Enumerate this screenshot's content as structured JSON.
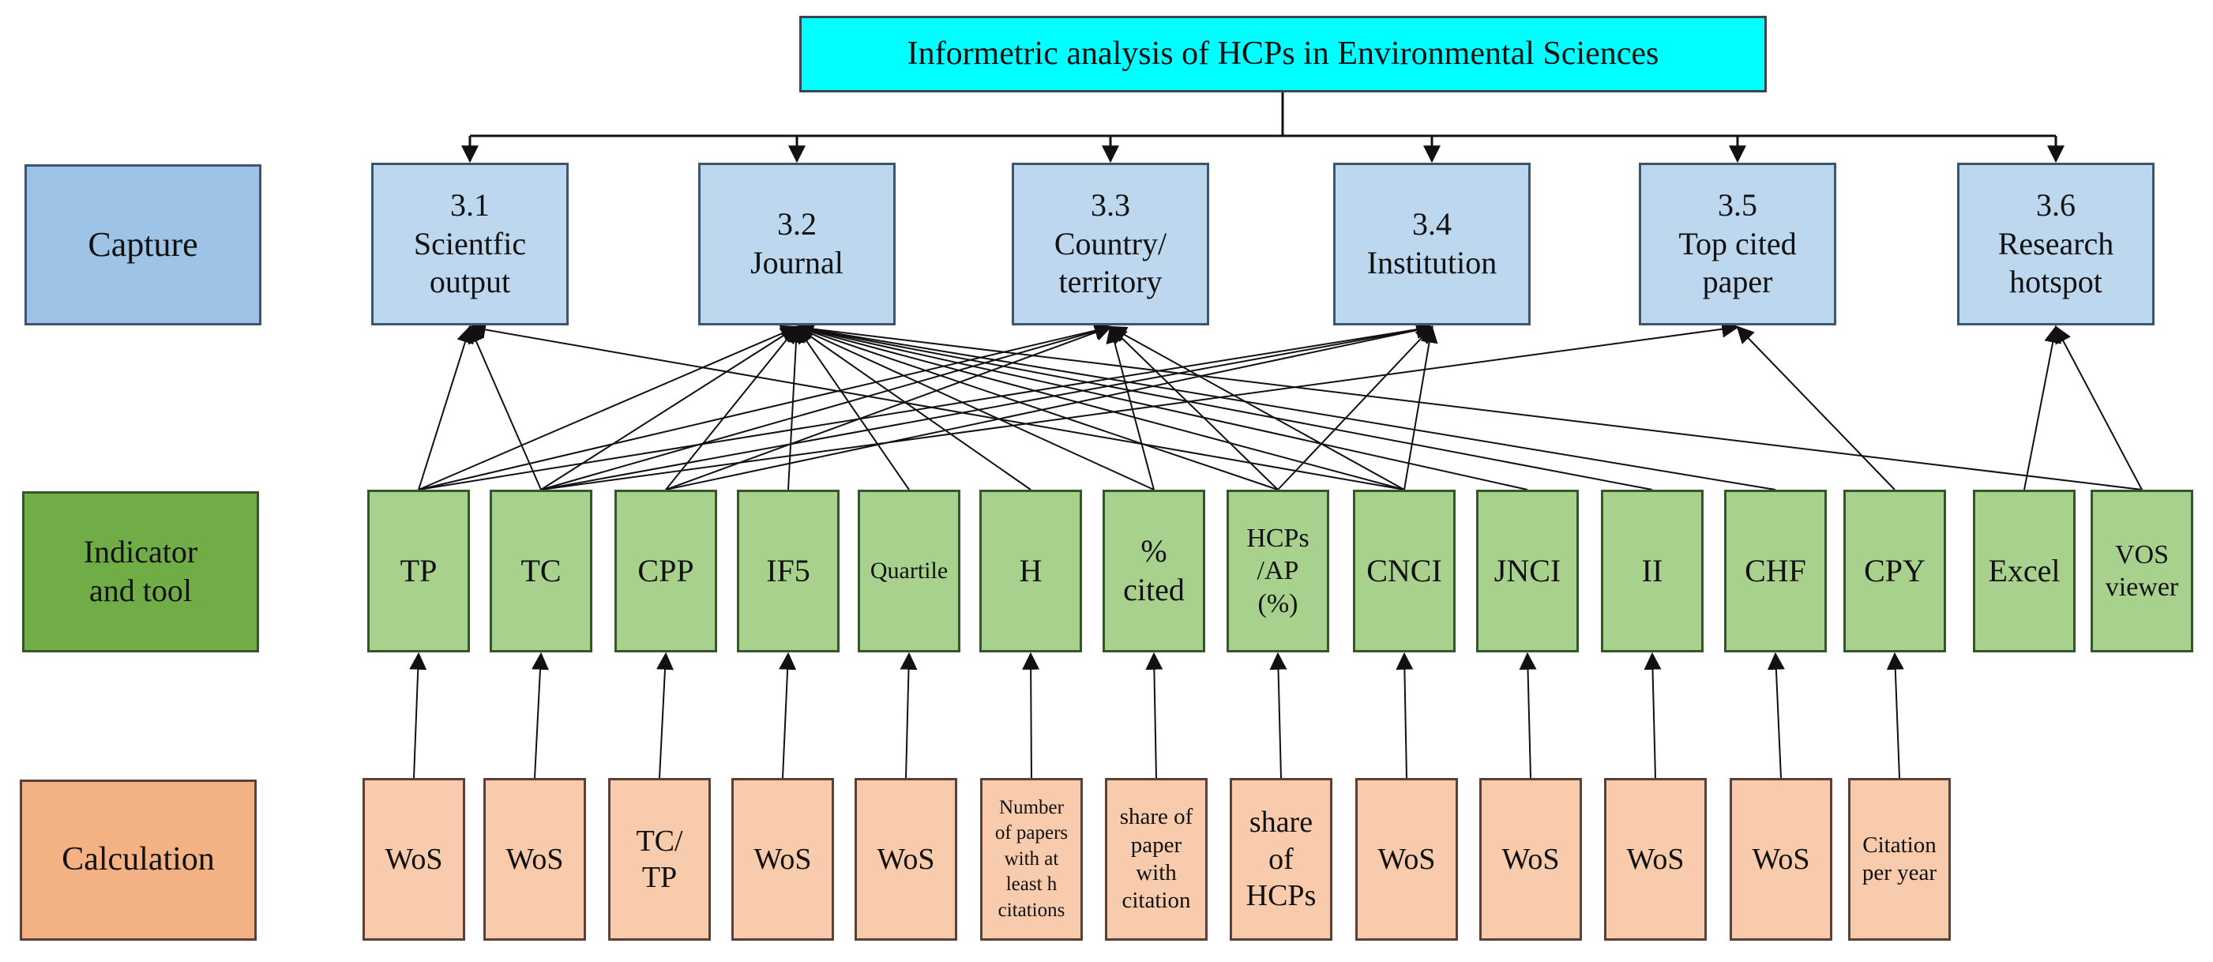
{
  "title": "Informetric analysis of HCPs in Environmental Sciences",
  "rows": {
    "capture": "Capture",
    "indicator": "Indicator\nand tool",
    "calculation": "Calculation"
  },
  "captures": [
    {
      "id": "c1",
      "label": "3.1\nScientfic\noutput"
    },
    {
      "id": "c2",
      "label": "3.2\nJournal"
    },
    {
      "id": "c3",
      "label": "3.3\nCountry/\nterritory"
    },
    {
      "id": "c4",
      "label": "3.4\nInstitution"
    },
    {
      "id": "c5",
      "label": "3.5\nTop cited\npaper"
    },
    {
      "id": "c6",
      "label": "3.6\nResearch\nhotspot"
    }
  ],
  "indicators": [
    {
      "id": "TP",
      "label": "TP"
    },
    {
      "id": "TC",
      "label": "TC"
    },
    {
      "id": "CPP",
      "label": "CPP"
    },
    {
      "id": "IF5",
      "label": "IF5"
    },
    {
      "id": "Quartile",
      "label": "Quartile"
    },
    {
      "id": "H",
      "label": "H"
    },
    {
      "id": "pcited",
      "label": "%\ncited"
    },
    {
      "id": "HCPsAP",
      "label": "HCPs\n/AP\n(%)"
    },
    {
      "id": "CNCI",
      "label": "CNCI"
    },
    {
      "id": "JNCI",
      "label": "JNCI"
    },
    {
      "id": "II",
      "label": "II"
    },
    {
      "id": "CHF",
      "label": "CHF"
    },
    {
      "id": "CPY",
      "label": "CPY"
    },
    {
      "id": "Excel",
      "label": "Excel"
    },
    {
      "id": "VOS",
      "label": "VOS\nviewer"
    }
  ],
  "calculations": [
    {
      "for": "TP",
      "label": "WoS"
    },
    {
      "for": "TC",
      "label": "WoS"
    },
    {
      "for": "CPP",
      "label": "TC/\nTP"
    },
    {
      "for": "IF5",
      "label": "WoS"
    },
    {
      "for": "Quartile",
      "label": "WoS"
    },
    {
      "for": "H",
      "label": "Number\nof papers\nwith at\nleast h\ncitations"
    },
    {
      "for": "pcited",
      "label": "share of\npaper\nwith\ncitation"
    },
    {
      "for": "HCPsAP",
      "label": "share\nof\nHCPs"
    },
    {
      "for": "CNCI",
      "label": "WoS"
    },
    {
      "for": "JNCI",
      "label": "WoS"
    },
    {
      "for": "II",
      "label": "WoS"
    },
    {
      "for": "CHF",
      "label": "WoS"
    },
    {
      "for": "CPY",
      "label": "Citation\nper year"
    }
  ],
  "links": [
    [
      "TP",
      "c1"
    ],
    [
      "TP",
      "c2"
    ],
    [
      "TP",
      "c3"
    ],
    [
      "TP",
      "c4"
    ],
    [
      "TC",
      "c1"
    ],
    [
      "TC",
      "c2"
    ],
    [
      "TC",
      "c3"
    ],
    [
      "TC",
      "c4"
    ],
    [
      "TC",
      "c5"
    ],
    [
      "CPP",
      "c2"
    ],
    [
      "CPP",
      "c3"
    ],
    [
      "CPP",
      "c4"
    ],
    [
      "IF5",
      "c2"
    ],
    [
      "Quartile",
      "c2"
    ],
    [
      "H",
      "c2"
    ],
    [
      "pcited",
      "c2"
    ],
    [
      "pcited",
      "c3"
    ],
    [
      "HCPsAP",
      "c2"
    ],
    [
      "HCPsAP",
      "c3"
    ],
    [
      "HCPsAP",
      "c4"
    ],
    [
      "CNCI",
      "c1"
    ],
    [
      "CNCI",
      "c2"
    ],
    [
      "CNCI",
      "c3"
    ],
    [
      "CNCI",
      "c4"
    ],
    [
      "JNCI",
      "c2"
    ],
    [
      "II",
      "c2"
    ],
    [
      "CHF",
      "c2"
    ],
    [
      "CPY",
      "c5"
    ],
    [
      "Excel",
      "c6"
    ],
    [
      "VOS",
      "c6"
    ],
    [
      "VOS",
      "c2"
    ]
  ]
}
